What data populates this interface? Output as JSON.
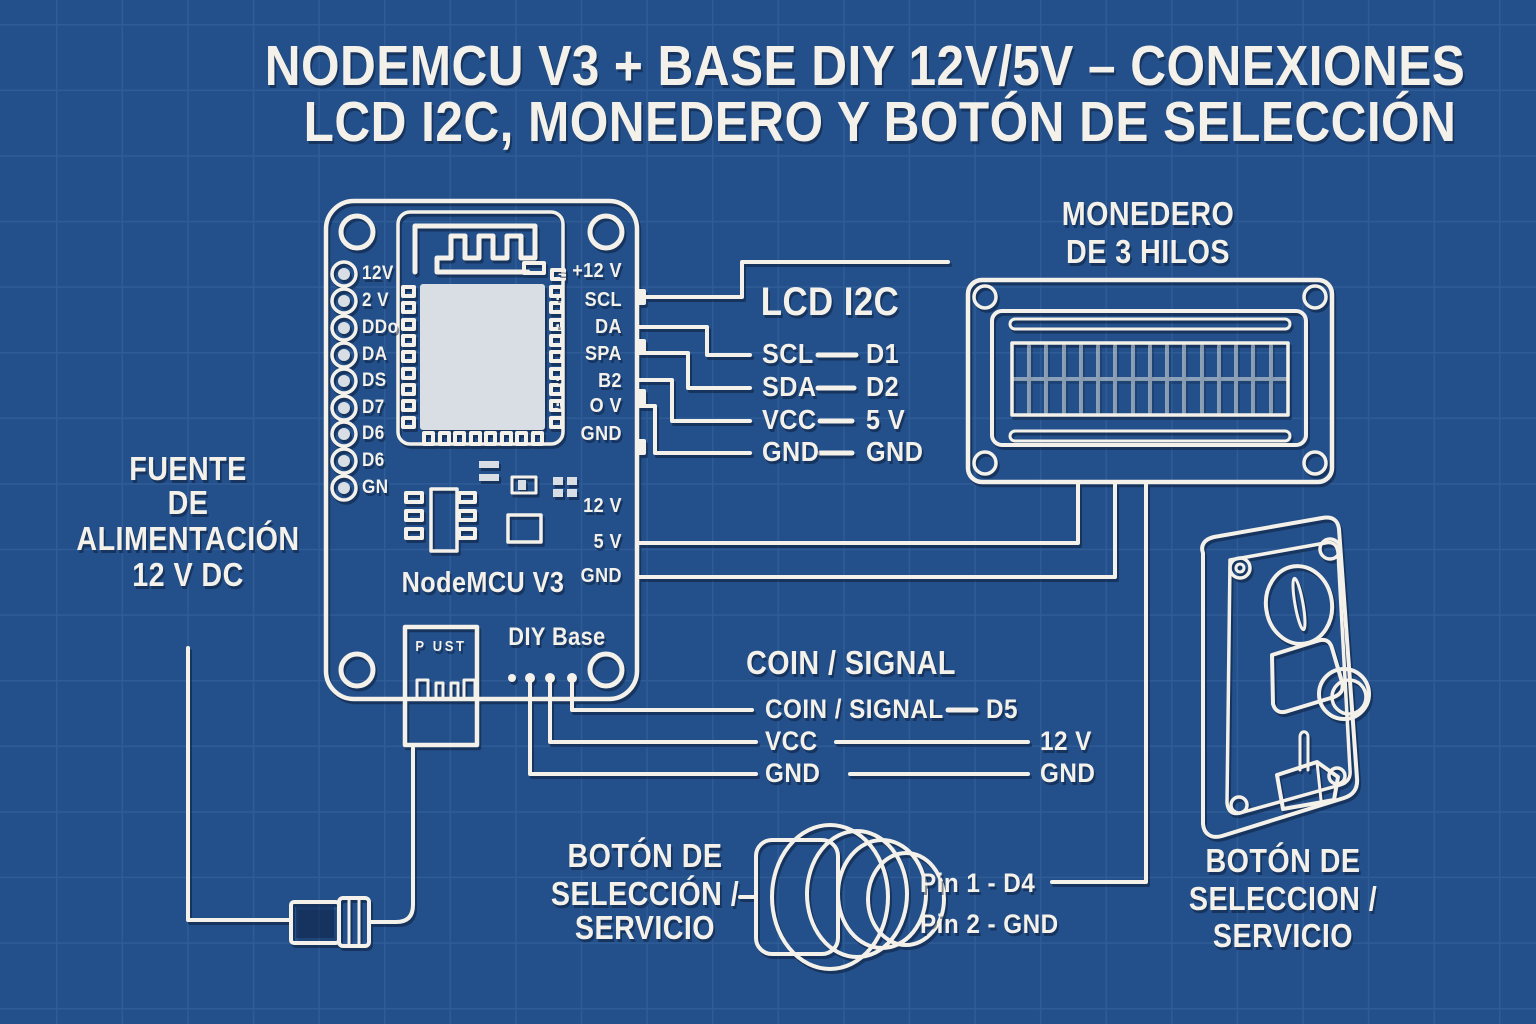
{
  "title": {
    "line1": "NODEMCU V3 + BASE DIY 12V/5V – CONEXIONES",
    "line2": "LCD I2C, MONEDERO Y BOTÓN DE SELECCIÓN"
  },
  "power_supply": {
    "line1": "FUENTE",
    "line2": "DE",
    "line3": "ALIMENTACIÓN",
    "line4": "12 V DC"
  },
  "board": {
    "mcu_label": "NodeMCU V3",
    "base_label": "DIY Base",
    "usb_label": "P UST",
    "left_pins": [
      "12V",
      "2 V",
      "DDo",
      "DA",
      "DS",
      "D7",
      "D6",
      "D6",
      "GN"
    ],
    "right_pin_icons": [
      "=",
      "▪",
      "▪",
      "▪",
      "▪",
      "▪"
    ],
    "right_pins": [
      "+12 V",
      "SCL",
      "DA",
      "SPA",
      "B2",
      "O V",
      "GND"
    ],
    "power_pins": [
      "12 V",
      "5 V",
      "GND"
    ]
  },
  "lcd": {
    "title": "LCD I2C",
    "rows": [
      {
        "signal": "SCL",
        "pin": "D1"
      },
      {
        "signal": "SDA",
        "pin": "D2"
      },
      {
        "signal": "VCC",
        "pin": "5 V"
      },
      {
        "signal": "GND",
        "pin": "GND"
      }
    ]
  },
  "monedero": {
    "line1": "MONEDERO",
    "line2": "DE 3 HILOS"
  },
  "coin": {
    "title": "COIN / SIGNAL",
    "rows": [
      {
        "signal": "COIN / SIGNAL",
        "pin": "D5"
      },
      {
        "signal": "VCC",
        "pin": "12 V"
      },
      {
        "signal": "GND",
        "pin": "GND"
      }
    ]
  },
  "button": {
    "line1": "BOTÓN DE",
    "line2": "SELECCIÓN /",
    "line3": "SERVICIO",
    "pin1": "Pin 1 - D4",
    "pin2": "Pin 2 - GND"
  },
  "coin_acceptor_label": {
    "line1": "BOTÓN DE",
    "line2": "SELECCION /",
    "line3": "SERVICIO"
  },
  "colors": {
    "background": "#23508a",
    "line": "#f3f1ea",
    "grid": "#2f5c96",
    "module_fill": "#d9dee4"
  }
}
